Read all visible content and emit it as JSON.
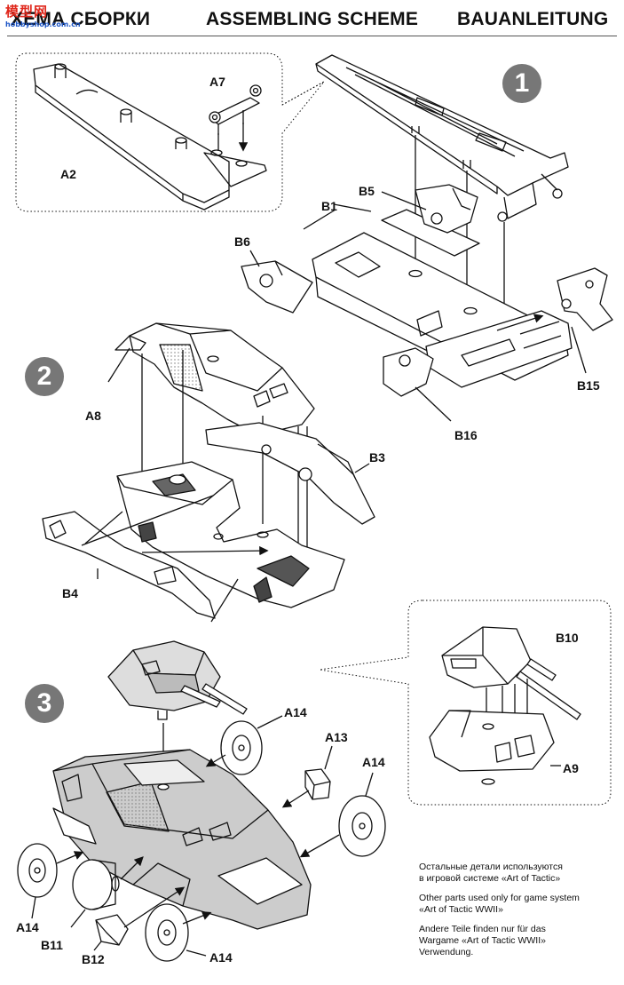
{
  "header": {
    "title_ru": "ХЕМА СБОРКИ",
    "title_en": "ASSEMBLING SCHEME",
    "title_de": "BAUANLEITUNG",
    "watermark_cn": "模型网",
    "watermark_url": "hobbyshop.com.cn"
  },
  "steps": [
    "1",
    "2",
    "3"
  ],
  "parts": {
    "a7": "A7",
    "a2": "A2",
    "b5": "B5",
    "b1": "B1",
    "b6": "B6",
    "b15": "B15",
    "b16": "B16",
    "a8": "A8",
    "b3": "B3",
    "b4": "B4",
    "b10": "B10",
    "a9": "A9",
    "a14_top": "A14",
    "a13": "A13",
    "a14_right": "A14",
    "a14_left": "A14",
    "b11": "B11",
    "b12": "B12",
    "a14_bottom": "A14"
  },
  "notes": {
    "ru_line1": "Остальные детали используются",
    "ru_line2": "в игровой системе  «Art of Tactic»",
    "en_line1": "Other parts used only for game system",
    "en_line2": "«Art of Tactic WWII»",
    "de_line1": "Andere Teile finden nur für das",
    "de_line2": "Wargame «Art of Tactic WWII»",
    "de_line3": "Verwendung."
  }
}
